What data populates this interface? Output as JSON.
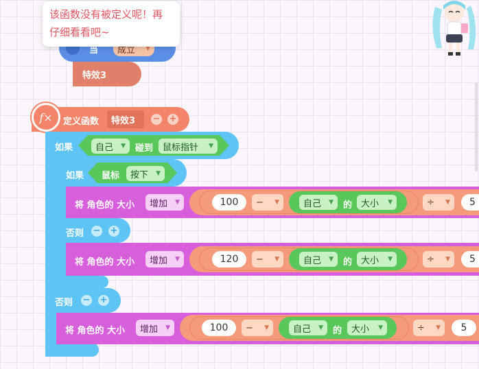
{
  "tooltip": {
    "message_line1": "该函数没有被定义呢！再",
    "message_line2": "仔细看看吧~"
  },
  "top_partial": {
    "if_label": "当",
    "value": "成立"
  },
  "effect_call": {
    "label": "特效3"
  },
  "define_function": {
    "label": "定义函数",
    "name": "特效3",
    "fx_symbol": "f×",
    "minus": "−",
    "plus": "+"
  },
  "outer_if": {
    "if_label": "如果",
    "subject": "自己",
    "touch_label": "碰到",
    "target": "鼠标指针",
    "else_label": "否则"
  },
  "inner_if": {
    "if_label": "如果",
    "mouse_label": "鼠标",
    "mouse_state": "按下",
    "else_label": "否则"
  },
  "size_rows": [
    {
      "prefix": "将 角色的 大小",
      "op": "增加",
      "number": "100",
      "minus_op": "−",
      "obj": "自己",
      "of_label": "的",
      "prop": "大小",
      "div_op": "÷",
      "divisor": "5"
    },
    {
      "prefix": "将 角色的 大小",
      "op": "增加",
      "number": "120",
      "minus_op": "−",
      "obj": "自己",
      "of_label": "的",
      "prop": "大小",
      "div_op": "÷",
      "divisor": "5"
    },
    {
      "prefix": "将 角色的 大小",
      "op": "增加",
      "number": "100",
      "minus_op": "−",
      "obj": "自己",
      "of_label": "的",
      "prop": "大小",
      "div_op": "÷",
      "divisor": "5"
    }
  ],
  "colors": {
    "control_blue": "#5ec4f6",
    "sensing_green": "#59c75a",
    "looks_magenta": "#d85fdc",
    "operator_orange": "#f59a7a",
    "function_orange": "#f4856a",
    "tooltip_text": "#e0555f"
  },
  "icons": {
    "mascot": "anime-mascot-icon",
    "fx": "fx-icon",
    "chevron": "chevron-down-icon"
  }
}
